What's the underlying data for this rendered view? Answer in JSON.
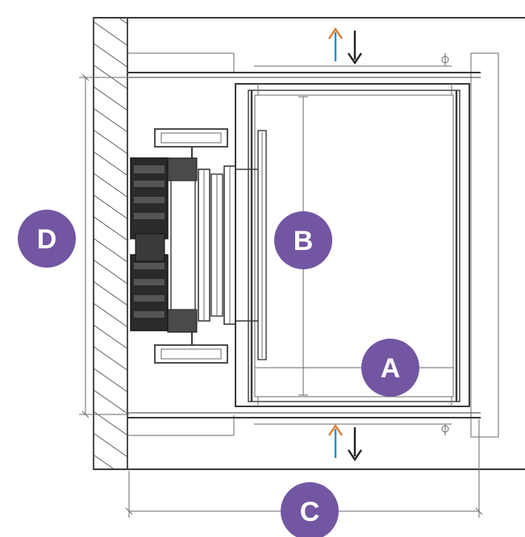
{
  "diagram": {
    "badges": [
      {
        "id": "a",
        "label": "A"
      },
      {
        "id": "b",
        "label": "B"
      },
      {
        "id": "c",
        "label": "C"
      },
      {
        "id": "d",
        "label": "D"
      }
    ],
    "colors": {
      "badge_fill": "#7356a2",
      "badge_text": "#ffffff",
      "line": "#3a3a3a",
      "arrow_up": "#2e8fc9",
      "arrow_down": "#222222",
      "arrow_up_tip": "#e07a2a"
    },
    "icons": {
      "top_arrows": "up-down-arrows-icon",
      "bottom_arrows": "up-down-arrows-icon",
      "wall_hatch": "wall-hatch-pattern"
    }
  }
}
